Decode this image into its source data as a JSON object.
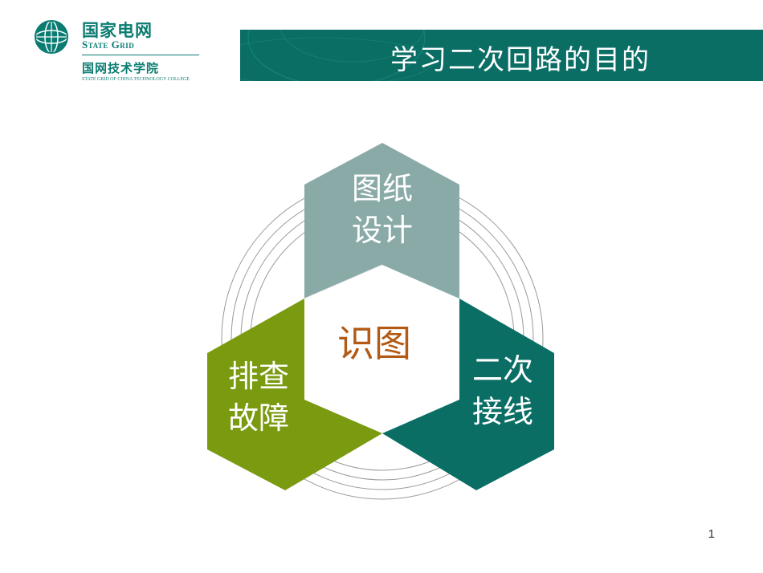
{
  "logo": {
    "name_cn": "国家电网",
    "name_en": "State Grid",
    "college_cn": "国网技术学院",
    "college_en": "STATE GRID OF CHINA TECHNOLOGY COLLEGE"
  },
  "title": "学习二次回路的目的",
  "diagram": {
    "center_label": "识图",
    "top": [
      "图纸",
      "设计"
    ],
    "left": [
      "排查",
      "故障"
    ],
    "right": [
      "二次",
      "接线"
    ]
  },
  "colors": {
    "teal": "#0a6e65",
    "grey_teal": "#8aaaa8",
    "green": "#7a9a10",
    "center_text": "#b35a14"
  },
  "page_number": "1"
}
